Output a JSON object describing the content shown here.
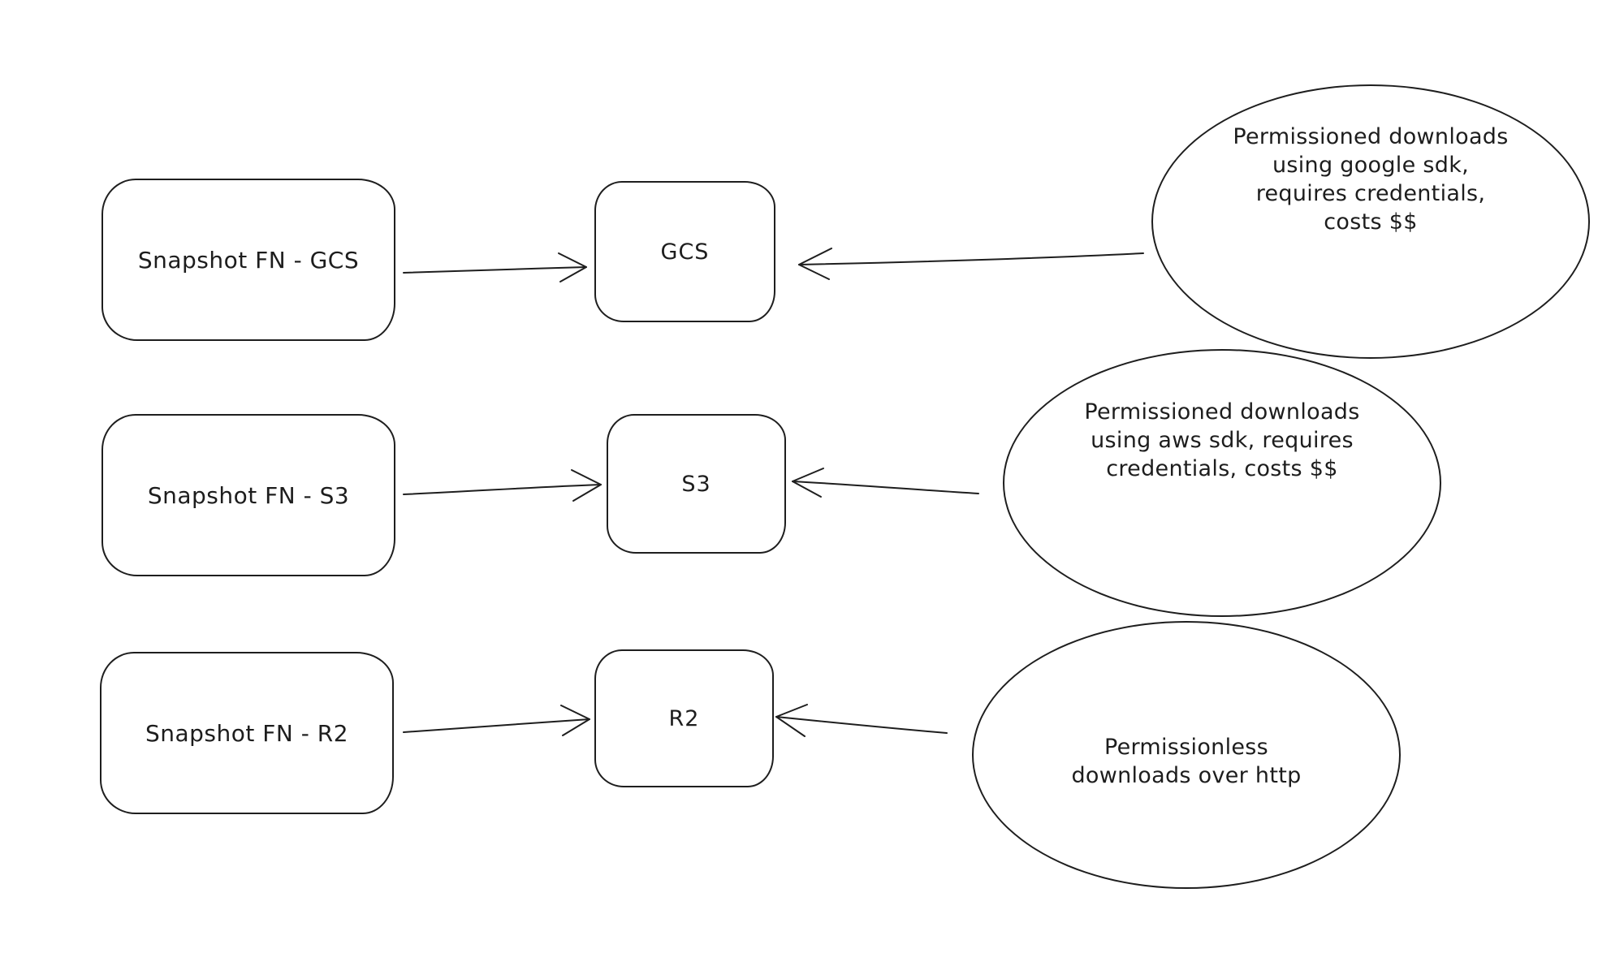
{
  "canvas": {
    "background": "#ffffff",
    "stroke_color": "#1e1e1e",
    "text_color": "#1d1d1d"
  },
  "nodes": {
    "snapshot_gcs": {
      "label": "Snapshot FN - GCS"
    },
    "snapshot_s3": {
      "label": "Snapshot FN - S3"
    },
    "snapshot_r2": {
      "label": "Snapshot FN - R2"
    },
    "gcs": {
      "label": "GCS"
    },
    "s3": {
      "label": "S3"
    },
    "r2": {
      "label": "R2"
    },
    "note_gcs": {
      "lines": [
        "Permissioned downloads",
        "using google sdk,",
        "requires credentials,",
        "costs $$"
      ]
    },
    "note_s3": {
      "lines": [
        "Permissioned downloads",
        "using aws sdk, requires",
        "credentials, costs $$"
      ]
    },
    "note_r2": {
      "lines": [
        "Permissionless",
        "downloads over http"
      ]
    }
  },
  "edges": [
    {
      "from": "snapshot_gcs",
      "to": "gcs",
      "direction": "right"
    },
    {
      "from": "note_gcs",
      "to": "gcs",
      "direction": "left"
    },
    {
      "from": "snapshot_s3",
      "to": "s3",
      "direction": "right"
    },
    {
      "from": "note_s3",
      "to": "s3",
      "direction": "left"
    },
    {
      "from": "snapshot_r2",
      "to": "r2",
      "direction": "right"
    },
    {
      "from": "note_r2",
      "to": "r2",
      "direction": "left"
    }
  ]
}
